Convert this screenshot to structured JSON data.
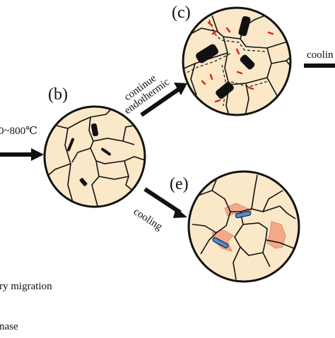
{
  "panels": {
    "b": "(b)",
    "c": "(c)",
    "e": "(e)"
  },
  "labels": {
    "temperature": "0~800℃",
    "continue_line1": "continue",
    "continue_line2": "endothermic",
    "cooling_right": "coolin",
    "cooling_lower": "cooling"
  },
  "legend": {
    "migration": "ry migration",
    "phase": "nase"
  },
  "colors": {
    "circle_fill": "#FBE8C9",
    "outline": "#111111",
    "precipitate": "#111111",
    "red_marks": "#E0201A",
    "orange_phase": "#F2AA8A",
    "blue_phase": "#4A8FD4",
    "background": "#FFFFFF"
  },
  "icons": {
    "arrow": "arrow-right-icon",
    "precipitate": "rod-precipitate-icon"
  }
}
